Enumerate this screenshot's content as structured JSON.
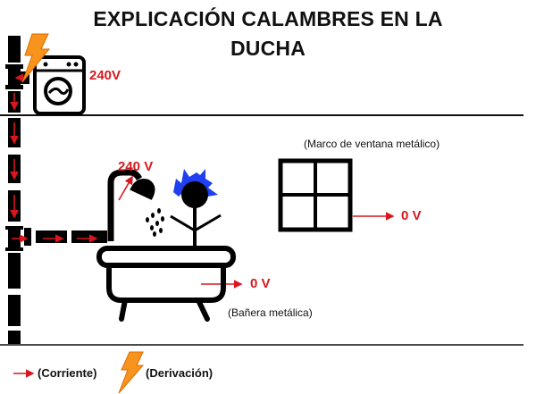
{
  "title": {
    "line1": "EXPLICACIÓN CALAMBRES EN LA",
    "line2": "DUCHA"
  },
  "labels": {
    "washer_voltage": "240V",
    "shower_voltage": "240 V",
    "bath_voltage": "0 V",
    "window_voltage": "0 V",
    "window_caption": "(Marco de ventana metálico)",
    "bath_caption": "(Bañera metálica)"
  },
  "legend": {
    "current": "(Corriente)",
    "leakage": "(Derivación)"
  },
  "colors": {
    "arrow": "#d7171f",
    "lightning": "#f7941d",
    "hair": "#1f3ff0",
    "ink": "#000000"
  }
}
